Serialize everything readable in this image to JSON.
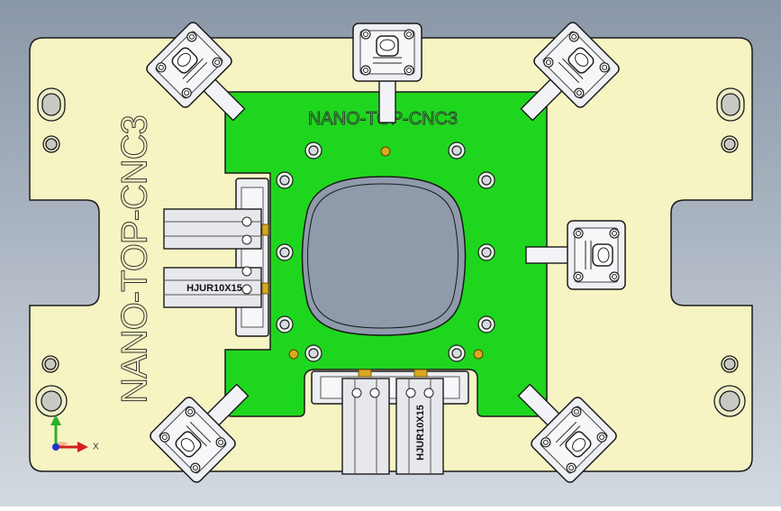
{
  "colors": {
    "background_top": "#8a97a8",
    "background_bottom": "#d3d9e0",
    "base_plate": "#f7f4c3",
    "fixture_plate": "#1fd61f",
    "clamp_metal": "#eef0f4",
    "outline": "#1a1a1a",
    "brass": "#d8a820"
  },
  "labels": {
    "base_engraving": "NANO-TOP-CNC3",
    "fixture_engraving": "NANO-TOP-CNC3",
    "cylinder_left": "HJUR10X15",
    "cylinder_bottom": "HJUR10X15"
  },
  "triad": {
    "x_label": "X"
  }
}
